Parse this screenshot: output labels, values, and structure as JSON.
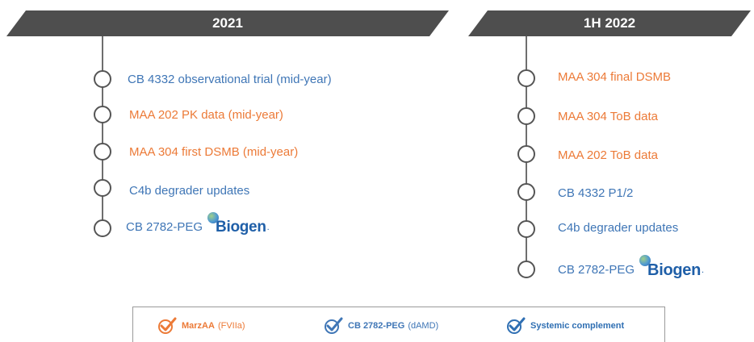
{
  "timeline_2021": {
    "header": "2021",
    "items": [
      {
        "label": "CB 4332 observational trial (mid-year)",
        "color": "#3f76b6"
      },
      {
        "label": "MAA 202 PK data (mid-year)",
        "color": "#ec7a37"
      },
      {
        "label": "MAA 304 first DSMB (mid-year)",
        "color": "#ec7a37"
      },
      {
        "label": "C4b degrader updates",
        "color": "#3f76b6"
      },
      {
        "label": "CB 2782-PEG",
        "color": "#3f76b6",
        "partner_logo": "Biogen"
      }
    ]
  },
  "timeline_1h2022": {
    "header": "1H 2022",
    "items": [
      {
        "label": "MAA 304 final DSMB",
        "color": "#ec7a37"
      },
      {
        "label": "MAA 304 ToB data",
        "color": "#ec7a37"
      },
      {
        "label": "MAA 202 ToB data",
        "color": "#ec7a37"
      },
      {
        "label": "CB 4332 P1/2",
        "color": "#3f76b6"
      },
      {
        "label": "C4b degrader updates",
        "color": "#3f76b6"
      },
      {
        "label": "CB 2782-PEG",
        "color": "#3f76b6",
        "partner_logo": "Biogen"
      }
    ]
  },
  "legend": {
    "items": [
      {
        "name": "MarzAA",
        "sub": "(FVIIa)",
        "color": "#ec7a37",
        "icon": "orange-checkmark-icon"
      },
      {
        "name": "CB 2782-PEG",
        "sub": "(dAMD)",
        "color": "#3f76b6",
        "icon": "blue-checkmark-icon"
      },
      {
        "name": "Systemic complement",
        "sub": "",
        "color": "#2f6fb3",
        "icon": "blue-checkmark-icon"
      }
    ]
  },
  "colors": {
    "banner": "#4e4e4e",
    "blue_text": "#3f76b6",
    "orange_text": "#ec7a37",
    "timeline_line": "#6e6e6e"
  }
}
